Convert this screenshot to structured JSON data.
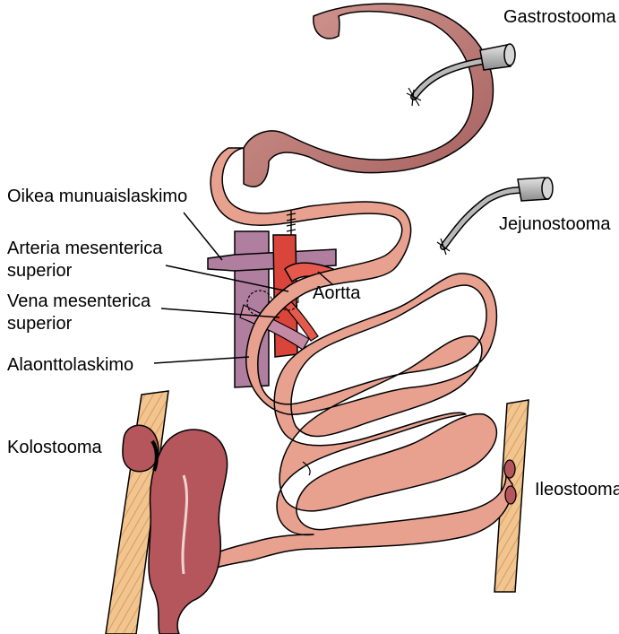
{
  "labels": {
    "gastrostomy": "Gastrostooma",
    "jejunostomy": "Jejunostooma",
    "right_renal_vein": "Oikea munuaislaskimo",
    "sma_line1": "Arteria mesenterica",
    "sma_line2": "superior",
    "smv_line1": "Vena mesenterica",
    "smv_line2": "superior",
    "ivc": "Alaonttolaskimo",
    "aorta": "Aortta",
    "colostomy": "Kolostooma",
    "ileostomy": "Ileostooma"
  },
  "colors": {
    "stomach": "#c98a84",
    "stomach_dark": "#a8615e",
    "intestine": "#e8a08f",
    "vein": "#b07fa0",
    "artery": "#d9453a",
    "colon": "#b4565c",
    "wall": "#f2c48e",
    "tube": "#a3a3a3"
  }
}
